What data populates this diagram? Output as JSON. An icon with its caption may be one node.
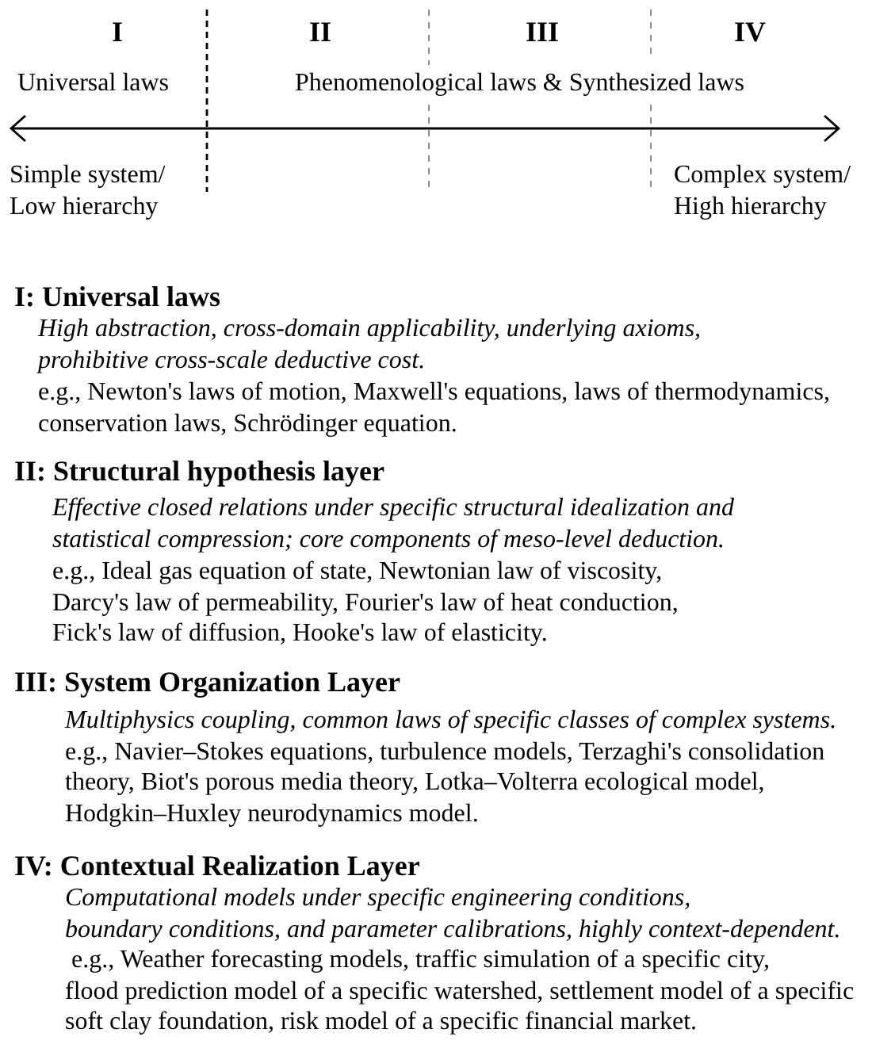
{
  "diagram": {
    "labels": [
      "I",
      "II",
      "III",
      "IV",
      "Universal laws",
      "Phenomenological laws & Synthesized laws",
      "Simple system/ Low hierarchy",
      "Complex system/ High hierarchy",
      "I: Universal laws",
      "High abstraction, cross-domain applicability, underlying axioms, prohibitive cross-scale deductive cost.",
      "e.g., Newton's laws of motion, Maxwell's equations, laws of thermodynamics, conservation laws, Schrödinger equation.",
      "II: Structural hypothesis layer",
      "Effective closed relations under specific structural idealization and statistical compression; core components of meso-level deduction.",
      "e.g., Ideal gas equation of state, Newtonian law of viscosity, Darcy's law of permeability, Fourier's law of heat conduction, Fick's law of diffusion, Hooke's law of elasticity.",
      "III: System Organization Layer",
      "Multiphysics coupling, common laws of specific classes of complex systems.",
      "e.g., Navier–Stokes equations, turbulence models, Terzaghi's consolidation theory, Biot's porous media theory, Lotka–Volterra ecological model, Hodgkin–Huxley neurodynamics model.",
      "IV: Contextual Realization Layer",
      "Computational models under specific engineering conditions, boundary conditions, and parameter calibrations, highly context-dependent.",
      "e.g., Weather forecasting models, traffic simulation of a specific city, flood prediction model of a specific watershed, settlement model of a specific soft clay foundation, risk model of a specific financial market."
    ]
  }
}
